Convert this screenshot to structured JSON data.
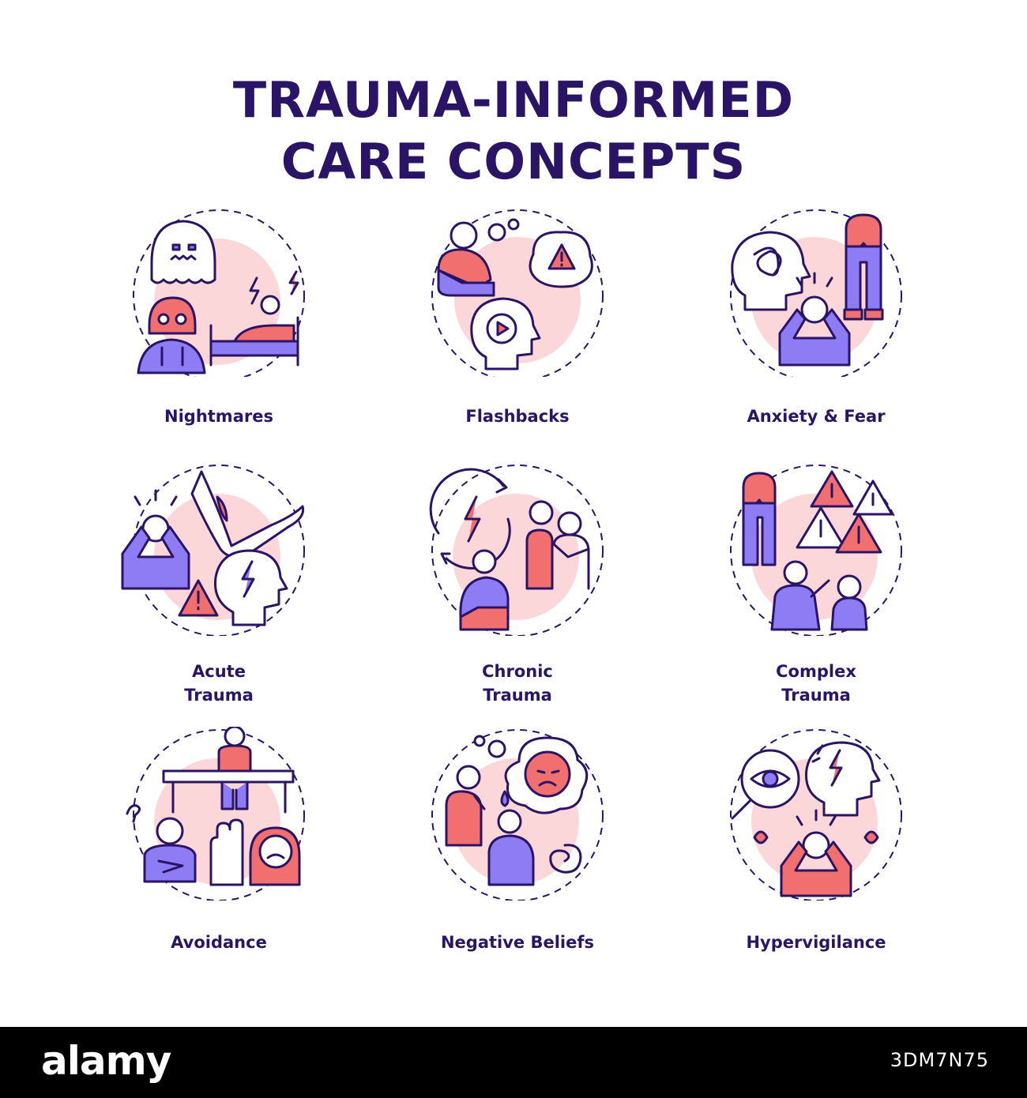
{
  "title": {
    "line1": "TRAUMA-INFORMED",
    "line2": "CARE CONCEPTS"
  },
  "colors": {
    "ink": "#2a1466",
    "coral": "#f26f6f",
    "violet": "#8e7cf4",
    "blush": "#fbd7d9"
  },
  "icons": [
    {
      "label_line1": "Nightmares",
      "label_line2": "",
      "icon": "ghost-bed-icon"
    },
    {
      "label_line1": "Flashbacks",
      "label_line2": "",
      "icon": "replay-head-icon"
    },
    {
      "label_line1": "Anxiety & Fear",
      "label_line2": "",
      "icon": "tangled-head-icon"
    },
    {
      "label_line1": "Acute",
      "label_line2": "Trauma",
      "icon": "wound-arm-icon"
    },
    {
      "label_line1": "Chronic",
      "label_line2": "Trauma",
      "icon": "cycle-lightning-icon"
    },
    {
      "label_line1": "Complex",
      "label_line2": "Trauma",
      "icon": "warning-signs-icon"
    },
    {
      "label_line1": "Avoidance",
      "label_line2": "",
      "icon": "stop-hand-icon"
    },
    {
      "label_line1": "Negative Beliefs",
      "label_line2": "",
      "icon": "sad-thought-icon"
    },
    {
      "label_line1": "Hypervigilance",
      "label_line2": "",
      "icon": "magnifier-eye-icon"
    }
  ],
  "footer": {
    "brand": "alamy",
    "image_id": "3DM7N75"
  }
}
